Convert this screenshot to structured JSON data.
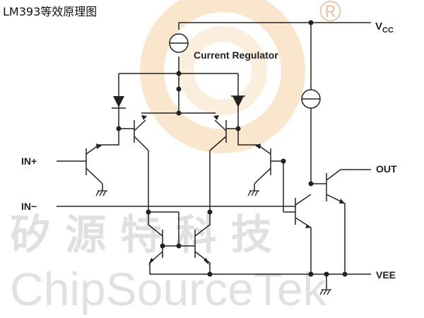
{
  "title": "LM393等效原理图",
  "labels": {
    "vcc_main": "V",
    "vcc_sub": "CC",
    "current_regulator": "Current Regulator",
    "in_plus": "IN+",
    "in_minus": "IN−",
    "out": "OUT",
    "vee": "VEE"
  },
  "watermark": {
    "chinese": "矽 源 特 科 技",
    "english": "ChipSourceTek",
    "registered": "®"
  },
  "colors": {
    "line": "#222222",
    "watermark_gray": "#c8c8c8",
    "watermark_orange": "#f2c890"
  }
}
